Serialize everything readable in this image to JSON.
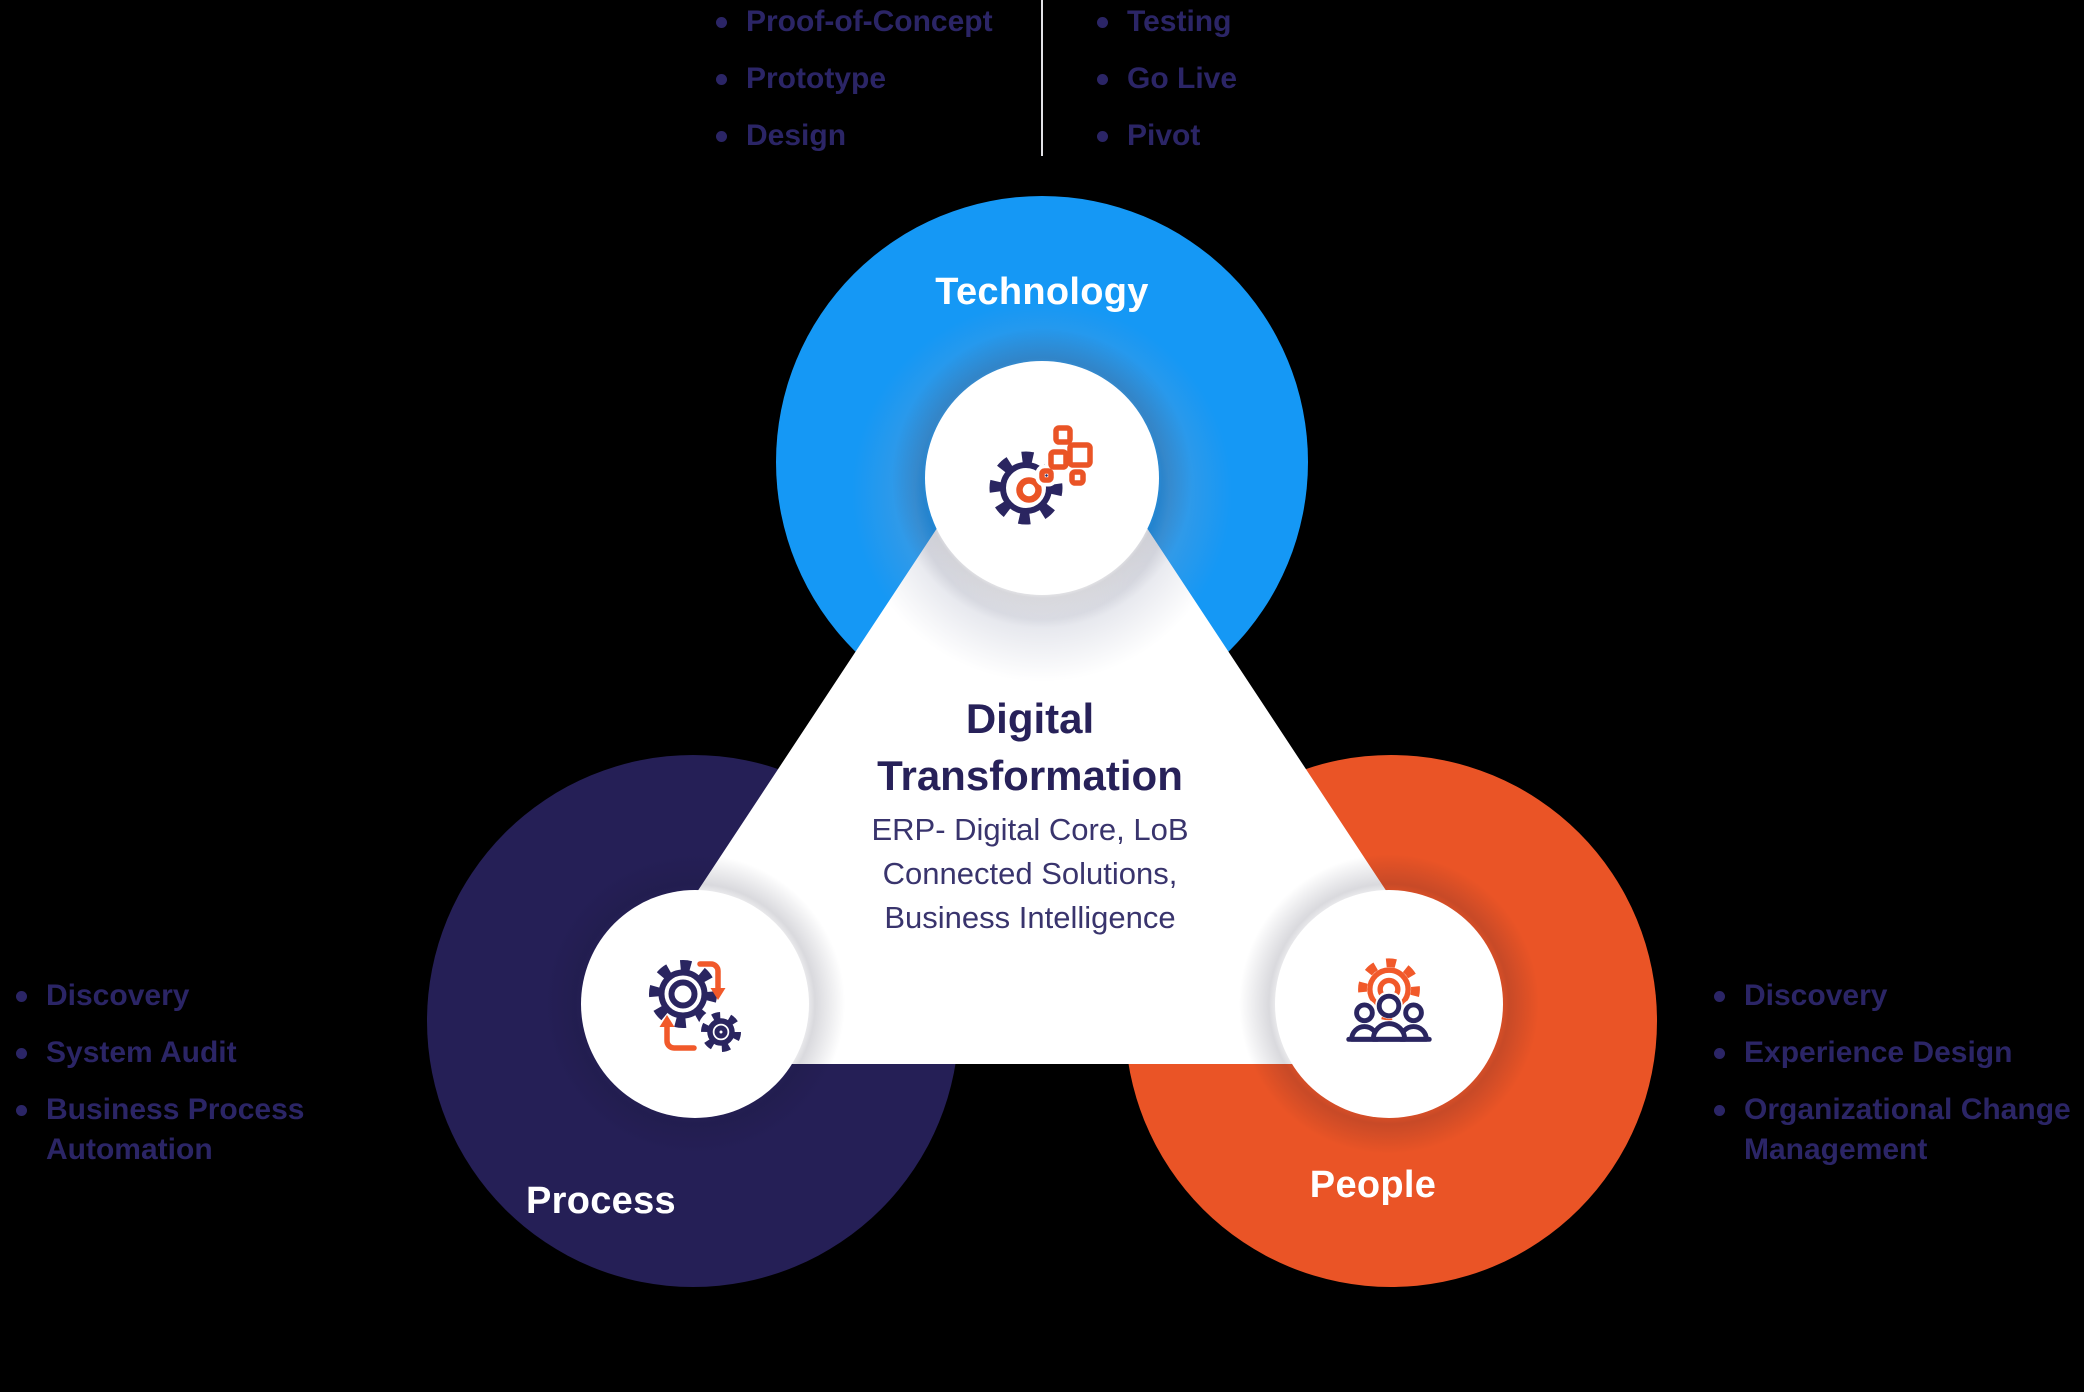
{
  "colors": {
    "background": "#000000",
    "technology_blue": "#1598F5",
    "process_navy": "#251F56",
    "people_orange": "#EA5426",
    "bullet_text": "#2B2566",
    "center_heading": "#272159",
    "center_body": "#39346D",
    "label_white": "#FFFFFF",
    "divider": "#E2E2E6"
  },
  "top_left_list": {
    "items": [
      {
        "lines": [
          "Proof-of-Concept"
        ]
      },
      {
        "lines": [
          "Prototype"
        ]
      },
      {
        "lines": [
          "Design"
        ]
      }
    ]
  },
  "top_right_list": {
    "items": [
      {
        "lines": [
          "Testing"
        ]
      },
      {
        "lines": [
          "Go Live"
        ]
      },
      {
        "lines": [
          "Pivot"
        ]
      }
    ]
  },
  "process_list": {
    "items": [
      {
        "lines": [
          "Discovery"
        ]
      },
      {
        "lines": [
          "System Audit"
        ]
      },
      {
        "lines": [
          "Business Process",
          "Automation"
        ]
      }
    ]
  },
  "people_list": {
    "items": [
      {
        "lines": [
          "Discovery"
        ]
      },
      {
        "lines": [
          "Experience Design"
        ]
      },
      {
        "lines": [
          "Organizational Change",
          "Management"
        ]
      }
    ]
  },
  "circles": {
    "technology": {
      "label": "Technology"
    },
    "process": {
      "label": "Process"
    },
    "people": {
      "label": "People"
    }
  },
  "center": {
    "title_line1": "Digital",
    "title_line2": "Transformation",
    "body_line1": "ERP- Digital Core, LoB",
    "body_line2": "Connected Solutions,",
    "body_line3": "Business Intelligence"
  },
  "icons": {
    "technology": "gear-data-blocks-icon",
    "process": "gears-cycle-icon",
    "people": "team-gear-icon"
  }
}
